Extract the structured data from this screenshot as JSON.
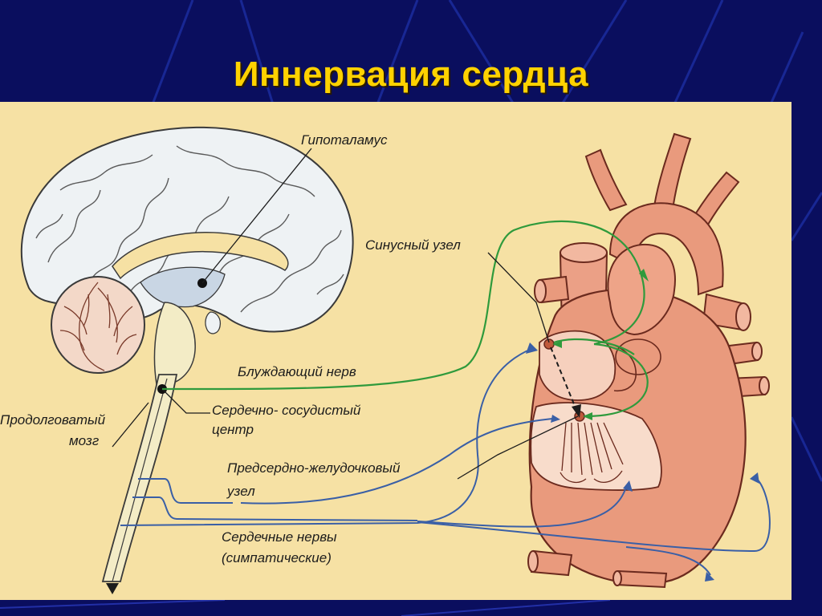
{
  "slide": {
    "title": "Иннервация сердца"
  },
  "labels": {
    "hypothalamus": "Гипоталамус",
    "sinus_node": "Синусный узел",
    "vagus_nerve": "Блуждающий нерв",
    "cardio_center_line1": "Сердечно- сосудистый",
    "cardio_center_line2": "центр",
    "medulla_line1": "Продолговатый",
    "medulla_line2": "мозг",
    "av_node_line1": "Предсердно-желудочковый",
    "av_node_line2": "узел",
    "cardiac_nerves_line1": "Сердечные нервы",
    "cardiac_nerves_line2": "(симпатические)"
  },
  "colors": {
    "background": "#0a0e5e",
    "title": "#ffd200",
    "panel": "#f6e1a4",
    "vagus_line": "#2f9a3c",
    "sympathetic_line": "#3a5fa6",
    "heart": "#e99a7d",
    "heart_outline": "#6b2a1e",
    "brain": "#eef2f4"
  }
}
